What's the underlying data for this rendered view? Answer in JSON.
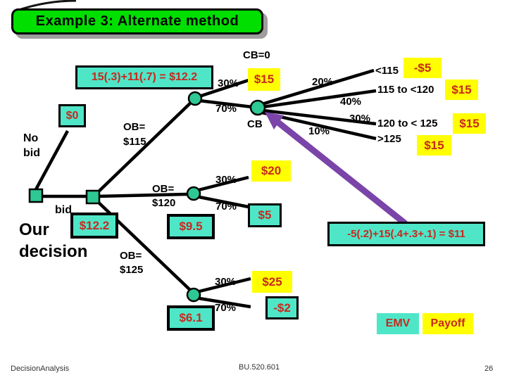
{
  "title": "Example 3: Alternate method",
  "decision": {
    "name_line1": "Our",
    "name_line2": "decision",
    "no_bid": {
      "label_line1": "No",
      "label_line2": "bid",
      "payoff": "$0"
    },
    "bid": {
      "label": "bid",
      "emv": "$12.2"
    }
  },
  "ob115": {
    "label_line1": "OB=",
    "label_line2": "$115",
    "formula": "15(.3)+11(.7) = $12.2",
    "cb0": {
      "prob": "30%",
      "note": "CB=0",
      "payoff": "$15"
    },
    "cb": {
      "prob": "70%",
      "label": "CB",
      "formula": "-5(.2)+15(.4+.3+.1) = $11",
      "outcomes": [
        {
          "prob": "20%",
          "range": "<115",
          "payoff": "-$5"
        },
        {
          "prob": "40%",
          "range": "115 to <120",
          "payoff": "$15"
        },
        {
          "prob": "30%",
          "range": "120 to < 125",
          "payoff": "$15"
        },
        {
          "prob": "10%",
          "range": ">125",
          "payoff": "$15"
        }
      ]
    }
  },
  "ob120": {
    "label_line1": "OB=",
    "label_line2": "$120",
    "emv": "$9.5",
    "win": {
      "prob": "30%",
      "payoff": "$20"
    },
    "lose": {
      "prob": "70%",
      "payoff": "$5"
    }
  },
  "ob125": {
    "label_line1": "OB=",
    "label_line2": "$125",
    "emv": "$6.1",
    "win": {
      "prob": "30%",
      "payoff": "$25"
    },
    "lose": {
      "prob": "70%",
      "payoff": "-$2"
    }
  },
  "legend": {
    "emv": "EMV",
    "payoff": "Payoff"
  },
  "footer": {
    "course": "DecisionAnalysis",
    "code": "BU.520.601",
    "page": "26"
  },
  "colors": {
    "box_teal": "#4fe6c8",
    "node_teal": "#2ec894",
    "payoff_yellow": "#ffff00",
    "value_red": "#c8281e",
    "title_green": "#00df00",
    "arrow_purple": "#7a44a8"
  }
}
